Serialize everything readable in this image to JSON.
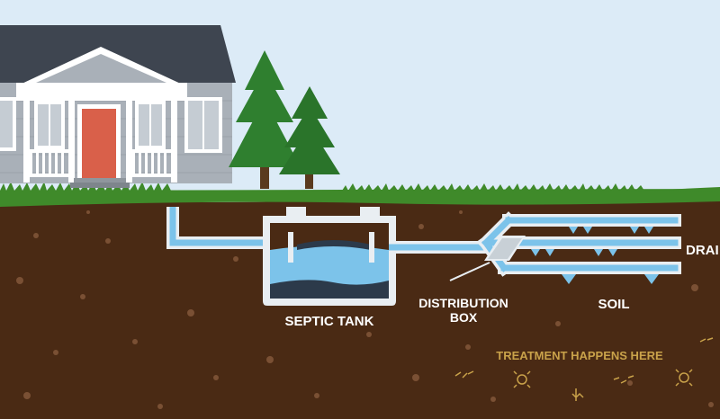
{
  "labels": {
    "septic_tank": "SEPTIC TANK",
    "distribution_box_line1": "DISTRIBUTION",
    "distribution_box_line2": "BOX",
    "soil": "SOIL",
    "drainfield_partial": "DRAI",
    "treatment": "TREATMENT HAPPENS HERE"
  },
  "colors": {
    "sky": "#dcebf7",
    "soil": "#4a2a14",
    "grass": "#3f8a2a",
    "pipe_outline": "#e9eef2",
    "water": "#7cc3ea",
    "sludge": "#2c3a4a",
    "house_siding": "#a9b0b8",
    "roof": "#3e4550",
    "door": "#d9604a",
    "tree": "#2f7f2f",
    "trunk": "#5a3a1e",
    "label_gold": "#c9a24a"
  },
  "icons": [
    "house",
    "pine-tree",
    "septic-tank",
    "distribution-box",
    "drain-pipe",
    "microbe-icon"
  ]
}
